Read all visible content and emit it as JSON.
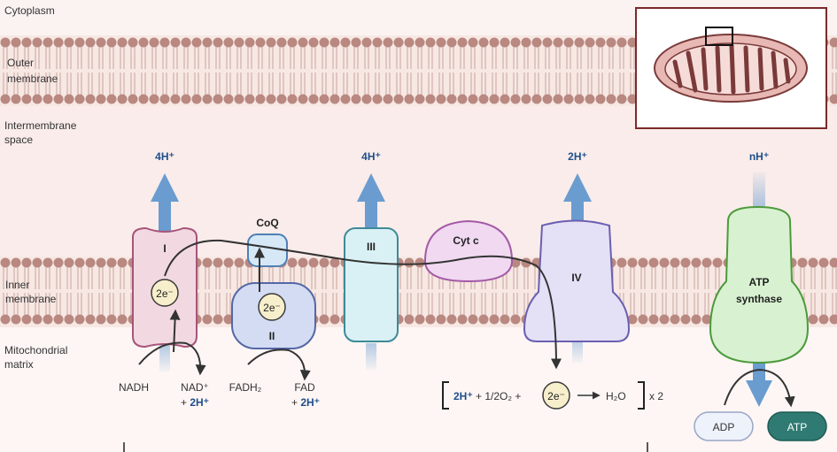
{
  "regions": {
    "cytoplasm": "Cytoplasm",
    "outer_membrane": [
      "Outer",
      "membrane"
    ],
    "intermembrane_space": [
      "Intermembrane",
      "space"
    ],
    "inner_membrane": [
      "Inner",
      "membrane"
    ],
    "matrix": [
      "Mitochondrial",
      "matrix"
    ]
  },
  "complexes": {
    "c1": {
      "label": "I",
      "electrons": "2e⁻",
      "pumped": "4H⁺"
    },
    "c2": {
      "label": "II",
      "electrons": "2e⁻"
    },
    "coq": {
      "label": "CoQ"
    },
    "c3": {
      "label": "III",
      "pumped": "4H⁺"
    },
    "cytc": {
      "label": "Cyt c"
    },
    "c4": {
      "label": "IV",
      "pumped": "2H⁺"
    },
    "atp": {
      "label": [
        "ATP",
        "synthase"
      ],
      "pumped": "nH⁺"
    }
  },
  "substrates": {
    "nadh": "NADH",
    "nad_product": [
      "NAD⁺",
      "+ ",
      "2H⁺"
    ],
    "fadh2": "FADH₂",
    "fad_product": [
      "FAD",
      "+ ",
      "2H⁺"
    ]
  },
  "reaction": {
    "h": "2H⁺",
    "mid": " + 1/2O₂ + ",
    "electrons": "2e⁻",
    "product": "H₂O",
    "multiplier": "x 2"
  },
  "atp": {
    "adp": "ADP",
    "atp": "ATP"
  },
  "colors": {
    "membrane_bg": "#f7e8e4",
    "lipid_head": "#b98880",
    "complex_I": "#f2d9e1",
    "complex_II": "#d3dcf2",
    "complex_III": "#d9f1f5",
    "cyt_c": "#f0d9f1",
    "complex_IV": "#e4e1f6",
    "atp_synthase": "#d8f1d0",
    "proton_arrow": "#6a9cd0"
  }
}
